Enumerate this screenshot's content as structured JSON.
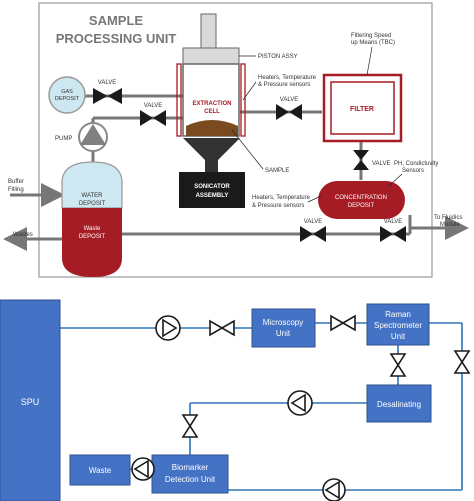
{
  "top_diagram": {
    "title_line1": "SAMPLE",
    "title_line2": "PROCESSING UNIT",
    "piston_assy": "PISTON ASSY",
    "heaters_top_line1": "Heaters, Temperature",
    "heaters_top_line2": "& Pressure sensors",
    "filtering_line1": "Filtering Speed",
    "filtering_line2": "up Means (TBC)",
    "gas_deposit_line1": "GAS",
    "gas_deposit_line2": "DEPOSIT",
    "valve": "VALVE",
    "extraction_line1": "EXTRACTION",
    "extraction_line2": "CELL",
    "filter": "FILTER",
    "pump": "PUMP",
    "sample": "SAMPLE",
    "sonicator_line1": "SONICATOR",
    "sonicator_line2": "ASSEMBLY",
    "ph_line1": "PH, Condictuvity",
    "ph_line2": "Sensors",
    "buffer_line1": "Buffer",
    "buffer_line2": "Filling",
    "water_line1": "WATER",
    "water_line2": "DEPOSIT",
    "heaters_bottom_line1": "Heaters, Temperature",
    "heaters_bottom_line2": "& Pressure sensors",
    "concentration_line1": "CONCENTRATION",
    "concentration_line2": "DEPOSIT",
    "wastes": "Wastes",
    "waste_line1": "Waste",
    "waste_line2": "DEPOSIT",
    "to_fluidics": "To Fluidics",
    "module": "Module"
  },
  "bottom_diagram": {
    "spu": "SPU",
    "microscopy_line1": "Microscopy",
    "microscopy_line2": "Unit",
    "raman_line1": "Raman",
    "raman_line2": "Spectrometer",
    "raman_line3": "Unit",
    "desalinating": "Desalinating",
    "waste": "Waste",
    "biomarker_line1": "Biomarker",
    "biomarker_line2": "Detection Unit"
  },
  "colors": {
    "dark_red": "#a51c24",
    "light_blue_fill": "#cde8f0",
    "gray_body": "#808080",
    "blue_box": "#4472c4",
    "blue_line": "#2e75b6"
  }
}
